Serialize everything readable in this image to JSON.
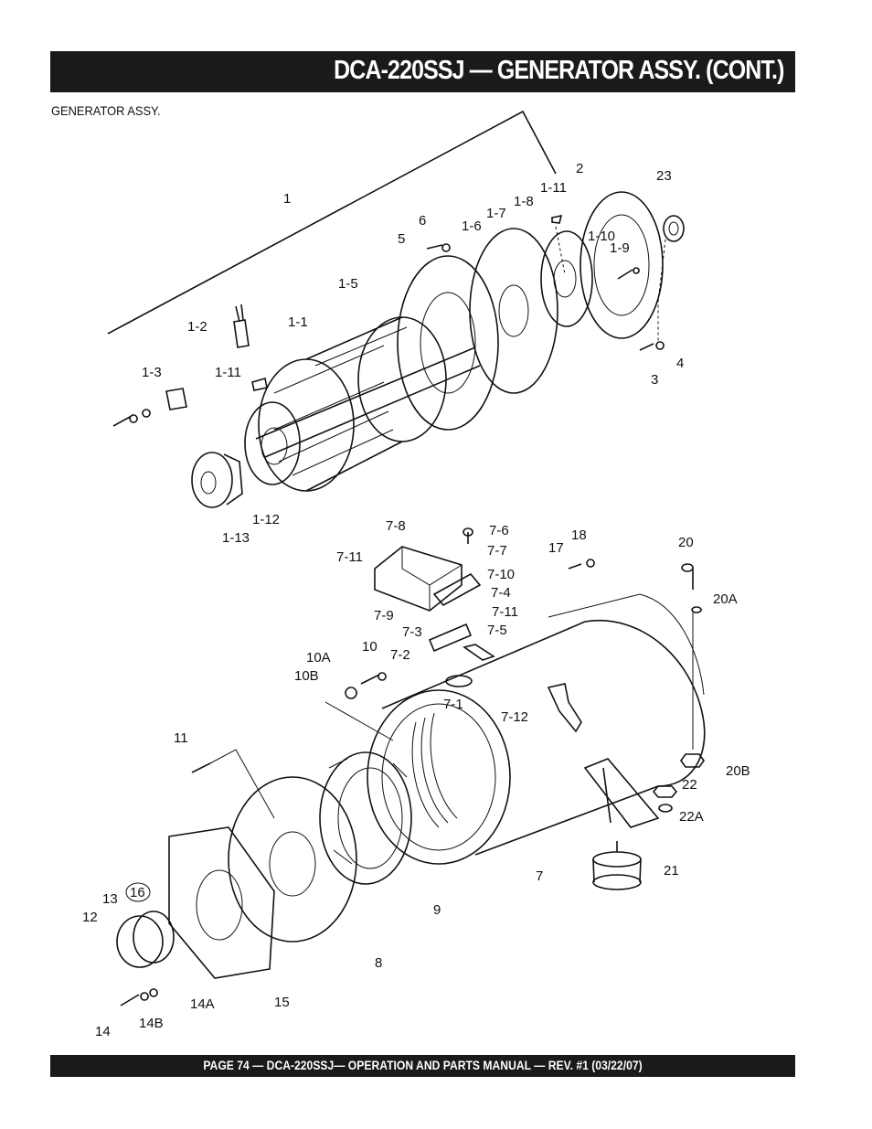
{
  "header": {
    "title": "DCA-220SSJ — GENERATOR ASSY. (CONT.)"
  },
  "section_label": "GENERATOR ASSY.",
  "footer": {
    "text": "PAGE 74 — DCA-220SSJ— OPERATION AND PARTS MANUAL — REV. #1 (03/22/07)"
  },
  "callouts": {
    "c1": "1",
    "c1_1": "1-1",
    "c1_2": "1-2",
    "c1_3": "1-3",
    "c1_5": "1-5",
    "c1_6": "1-6",
    "c1_7": "1-7",
    "c1_8": "1-8",
    "c1_9": "1-9",
    "c1_10": "1-10",
    "c1_11a": "1-11",
    "c1_11b": "1-11",
    "c1_12": "1-12",
    "c1_13": "1-13",
    "c2": "2",
    "c3": "3",
    "c4": "4",
    "c5": "5",
    "c6": "6",
    "c23": "23",
    "c7": "7",
    "c7_1": "7-1",
    "c7_2": "7-2",
    "c7_3": "7-3",
    "c7_4": "7-4",
    "c7_5": "7-5",
    "c7_6": "7-6",
    "c7_7": "7-7",
    "c7_8": "7-8",
    "c7_9": "7-9",
    "c7_10": "7-10",
    "c7_11a": "7-11",
    "c7_11b": "7-11",
    "c7_12": "7-12",
    "c8": "8",
    "c9": "9",
    "c10": "10",
    "c10a": "10A",
    "c10b": "10B",
    "c11": "11",
    "c12": "12",
    "c13": "13",
    "c14": "14",
    "c14a": "14A",
    "c14b": "14B",
    "c15": "15",
    "c16": "16",
    "c17": "17",
    "c18": "18",
    "c20": "20",
    "c20a": "20A",
    "c20b": "20B",
    "c21": "21",
    "c22": "22",
    "c22a": "22A"
  }
}
